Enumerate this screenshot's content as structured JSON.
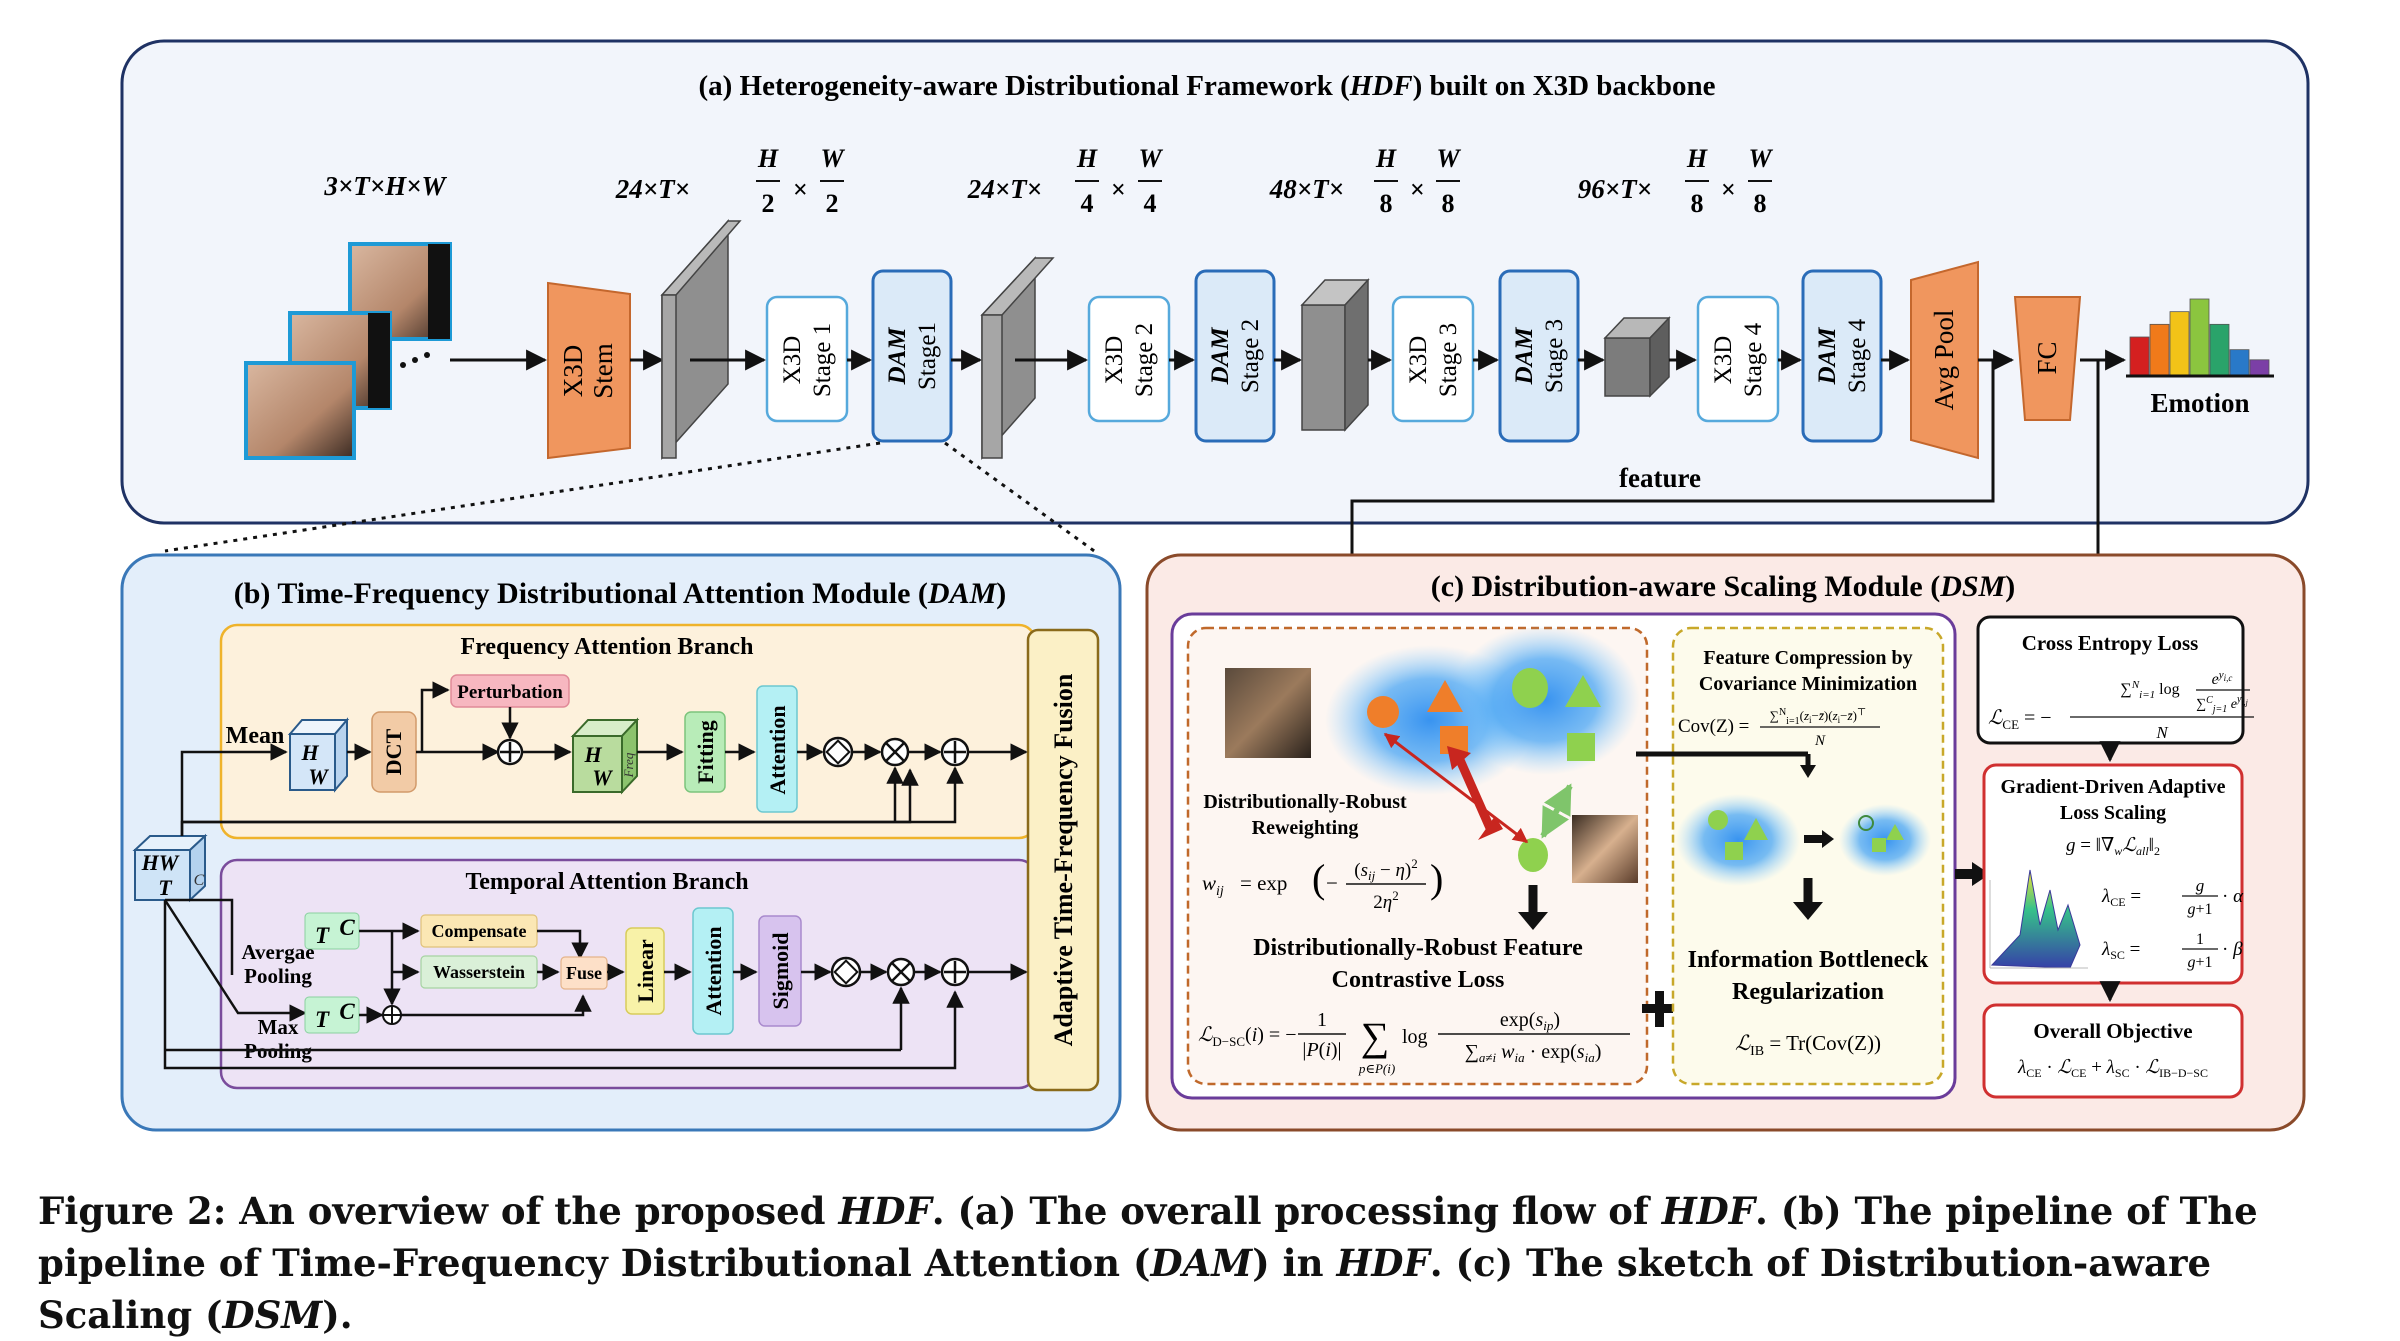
{
  "panel_a": {
    "title_prefix": "(a) Heterogeneity-aware Distributional Framework (",
    "title_abbr": "HDF",
    "title_suffix": ") built on X3D backbone",
    "dims": [
      "3×T×H×W",
      "24×T×",
      "24×T×",
      "48×T×",
      "96×T×"
    ],
    "fracs": [
      [
        "H",
        "2",
        "W",
        "2"
      ],
      [
        "H",
        "4",
        "W",
        "4"
      ],
      [
        "H",
        "8",
        "W",
        "8"
      ],
      [
        "H",
        "8",
        "W",
        "8"
      ]
    ],
    "stem_lines": [
      "X3D",
      "Stem"
    ],
    "stages": [
      {
        "a": "X3D",
        "b": "Stage 1"
      },
      {
        "a": "DAM",
        "b": "Stage1"
      },
      {
        "a": "X3D",
        "b": "Stage 2"
      },
      {
        "a": "DAM",
        "b": "Stage 2"
      },
      {
        "a": "X3D",
        "b": "Stage 3"
      },
      {
        "a": "DAM",
        "b": "Stage 3"
      },
      {
        "a": "X3D",
        "b": "Stage 4"
      },
      {
        "a": "DAM",
        "b": "Stage 4"
      }
    ],
    "avgpool": "Avg Pool",
    "fc": "FC",
    "emotion": "Emotion",
    "feature": "feature"
  },
  "panel_b": {
    "title_prefix": "(b) Time-Frequency Distributional Attention Module (",
    "title_abbr": "DAM",
    "title_suffix": ")",
    "freq_title": "Frequency Attention Branch",
    "temp_title": "Temporal Attention Branch",
    "mean": "Mean",
    "dct": "DCT",
    "perturbation": "Perturbation",
    "fitting": "Fitting",
    "attention": "Attention",
    "compensate": "Compensate",
    "wasserstein": "Wasserstein",
    "fuse": "Fuse",
    "linear": "Linear",
    "sigmoid": "Sigmoid",
    "avg_pooling": [
      "Avergae",
      "Pooling"
    ],
    "max_pooling": [
      "Max",
      "Pooling"
    ],
    "fusion": "Adaptive Time-Frequency Fusion",
    "cube_hw": [
      "H",
      "W"
    ],
    "input_cube": [
      "HW",
      "T",
      "C"
    ],
    "tc": [
      "T",
      "C"
    ],
    "freq_label": "Freq"
  },
  "panel_c": {
    "title_prefix": "(c) Distribution-aware Scaling Module (",
    "title_abbr": "DSM",
    "title_suffix": ")",
    "dr_reweight": [
      "Distributionally-Robust",
      "Reweighting"
    ],
    "dr_w_lhs": "w",
    "dr_w_rhs": "= exp",
    "dr_loss": [
      "Distributionally-Robust Feature",
      "Contrastive Loss"
    ],
    "fc_title": [
      "Feature Compression by",
      "Covariance Minimization"
    ],
    "cov_lhs": "Cov(Z) =",
    "ib_title": [
      "Information Bottleneck",
      "Regularization"
    ],
    "ib_eq": "= Tr(Cov(Z))",
    "ce_title": "Cross Entropy Loss",
    "gd_title": [
      "Gradient-Driven Adaptive",
      "Loss Scaling"
    ],
    "obj_title": "Overall Objective"
  },
  "caption": {
    "p1": "Figure 2: An overview of the proposed ",
    "i1": "HDF",
    "p2": ". (a) The overall processing flow of ",
    "i2": "HDF",
    "p3": ". (b) The pipeline of The pipeline of Time-Frequency Distributional Attention (",
    "i3": "DAM",
    "p4": ") in ",
    "i4": "HDF",
    "p5": ". (c) The sketch of Distribution-aware Scaling (",
    "i5": "DSM",
    "p6": ")."
  },
  "chart_data": {
    "type": "bar",
    "values": [
      3,
      4,
      5,
      6,
      4,
      2,
      1.2
    ],
    "colors": [
      "#d42020",
      "#f07a1a",
      "#f2c318",
      "#8bc53f",
      "#2aa36a",
      "#2979c8",
      "#7b3fa6"
    ]
  }
}
